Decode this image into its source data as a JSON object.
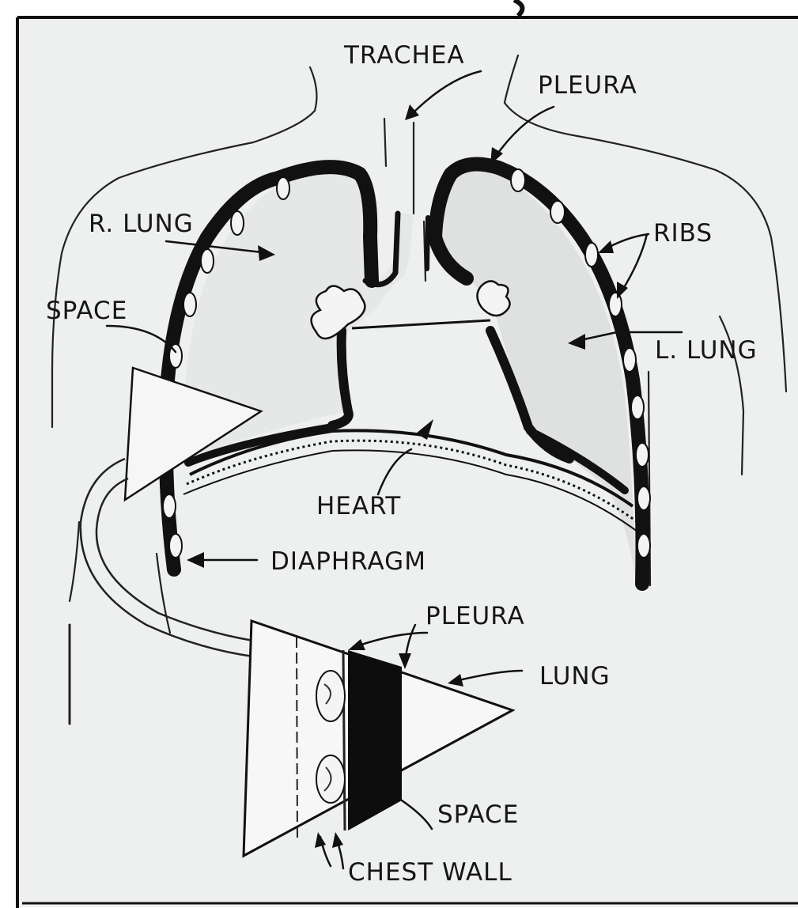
{
  "diagram": {
    "labels": {
      "trachea": "TRACHEA",
      "pleura_top": "PLEURA",
      "r_lung": "R. LUNG",
      "ribs": "RIBS",
      "space_top": "SPACE",
      "l_lung": "L. LUNG",
      "heart": "HEART",
      "diaphragm": "DIAPHRAGM",
      "pleura_inset": "PLEURA",
      "lung_inset": "LUNG",
      "space_inset": "SPACE",
      "chest_wall": "CHEST WALL"
    },
    "colors": {
      "paper": "#eef0ef",
      "ink": "#111111",
      "lung_fill": "#e4e6e5"
    }
  }
}
